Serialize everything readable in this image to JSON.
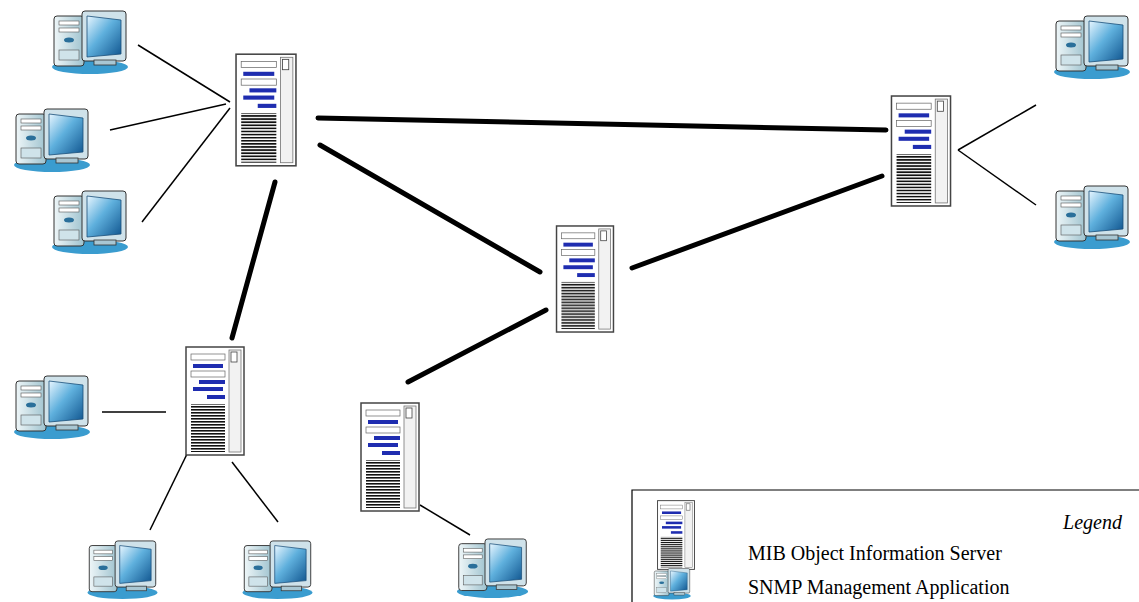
{
  "diagram": {
    "labels": [
      "Legend"
    ],
    "legend": [
      {
        "text": "MIB Object Information Server"
      },
      {
        "text": "SNMP Management Application"
      }
    ]
  }
}
